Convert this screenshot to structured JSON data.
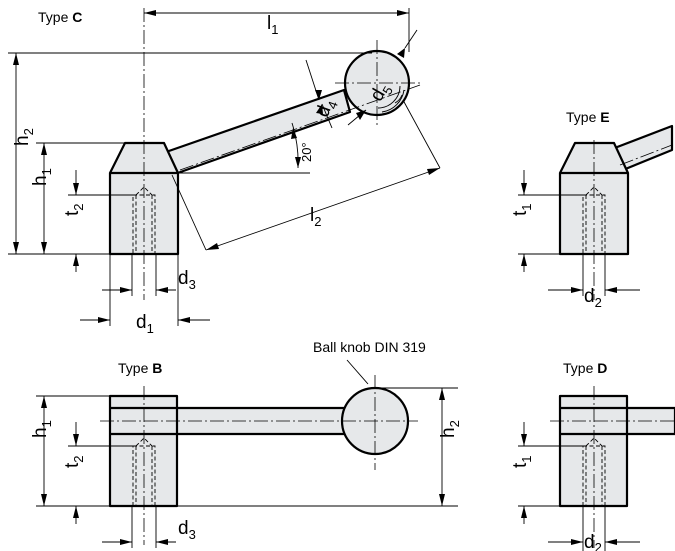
{
  "views": {
    "type_c": {
      "prefix": "Type ",
      "letter": "C"
    },
    "type_e": {
      "prefix": "Type ",
      "letter": "E"
    },
    "type_b": {
      "prefix": "Type ",
      "letter": "B"
    },
    "type_d": {
      "prefix": "Type ",
      "letter": "D"
    }
  },
  "callout": "Ball knob DIN 319",
  "angle": "20°",
  "dims": {
    "l1": {
      "base": "l",
      "sub": "1"
    },
    "l2": {
      "base": "l",
      "sub": "2"
    },
    "h1": {
      "base": "h",
      "sub": "1"
    },
    "h2": {
      "base": "h",
      "sub": "2"
    },
    "t1": {
      "base": "t",
      "sub": "1"
    },
    "t2": {
      "base": "t",
      "sub": "2"
    },
    "d1": {
      "base": "d",
      "sub": "1"
    },
    "d2": {
      "base": "d",
      "sub": "2"
    },
    "d3": {
      "base": "d",
      "sub": "3"
    },
    "d4": {
      "base": "d",
      "sub": "4"
    },
    "d5": {
      "base": "d",
      "sub": "5"
    }
  }
}
